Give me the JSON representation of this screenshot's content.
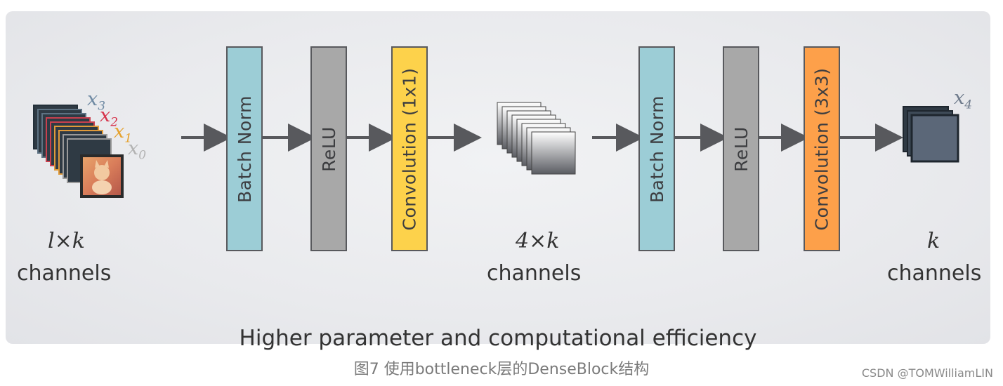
{
  "diagram": {
    "layers": [
      {
        "label": "Batch Norm",
        "color": "#9ccdd6"
      },
      {
        "label": "ReLU",
        "color": "#a8a8a8"
      },
      {
        "label": "Convolution (1x1)",
        "color": "#fdd24b"
      },
      {
        "label": "Batch Norm",
        "color": "#9ccdd6"
      },
      {
        "label": "ReLU",
        "color": "#a8a8a8"
      },
      {
        "label": "Convolution (3x3)",
        "color": "#fda04a"
      }
    ],
    "inputs": {
      "x3": {
        "base": "x",
        "sub": "3",
        "color": "#6f8aa3"
      },
      "x2": {
        "base": "x",
        "sub": "2",
        "color": "#d6324a"
      },
      "x1": {
        "base": "x",
        "sub": "1",
        "color": "#e5a12e"
      },
      "x0": {
        "base": "x",
        "sub": "0",
        "color": "#b3b3b3"
      }
    },
    "output": {
      "base": "x",
      "sub": "4",
      "color": "#6f7b8c"
    },
    "groups": [
      {
        "formula": "l×k",
        "channels": "channels"
      },
      {
        "formula": "4×k",
        "channels": "channels"
      },
      {
        "formula": "k",
        "channels": "channels"
      }
    ],
    "tagline": "Higher parameter and computational efficiency"
  },
  "caption": "图7 使用bottleneck层的DenseBlock结构",
  "watermark": "CSDN @TOMWilliamLIN",
  "icons": [
    "input-feature-map-stack-icon",
    "bottleneck-feature-map-stack-icon",
    "output-feature-map-stack-icon",
    "cat-thumbnail-icon"
  ]
}
